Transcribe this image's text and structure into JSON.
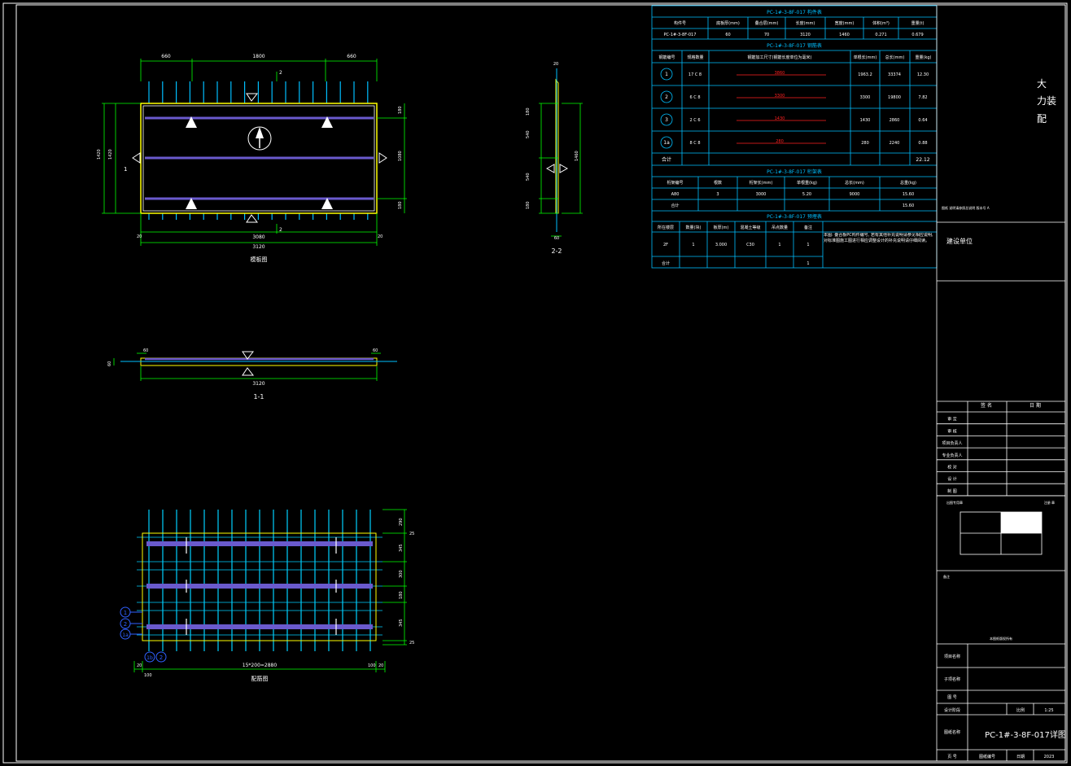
{
  "main_views": {
    "plan_label": "模板图",
    "reinforcement_label": "配筋图",
    "section_1_label": "1-1",
    "section_2_label": "2-2",
    "section_marker": "1",
    "section_marker_2": "2",
    "dims": {
      "left_end": "660",
      "middle": "1800",
      "right_end": "660",
      "total_width": "3120",
      "inner_width": "3080",
      "edge": "20",
      "height_total": "1420",
      "height_sub": "1420",
      "sub_top": "180",
      "sub_mid": "1080",
      "sub_bot": "180",
      "sec_thk": "60",
      "sec_2_top": "20",
      "sec_2_a": "540",
      "sec_2_b": "540",
      "sec_2_c": "180",
      "sec_2_total": "1460",
      "sec_2_bot": "60",
      "rebar_span": "15*200=2880",
      "rebar_end": "100",
      "rebar_side": "20",
      "r_dim1": "290",
      "r_dim2": "345",
      "r_dim3": "300",
      "r_dim4": "180",
      "r_dim5": "345",
      "r_dim6": "25",
      "r_dim7": "25",
      "r_dim8": "100",
      "r_dim9": "20"
    },
    "rebar_callouts": [
      "1",
      "2",
      "1a",
      "1b",
      "2"
    ]
  },
  "tables": {
    "component": {
      "title": "PC-1#-3-8F-017 构件表",
      "headers": [
        "构件号",
        "底板厚(mm)",
        "叠合层(mm)",
        "长度(mm)",
        "宽度(mm)",
        "体积(m³)",
        "重量(t)"
      ],
      "row": [
        "PC-1#-3-8F-017",
        "60",
        "70",
        "3120",
        "1460",
        "0.271",
        "0.679"
      ]
    },
    "rebar": {
      "title": "PC-1#-3-8F-017 钢筋表",
      "headers": [
        "钢筋编号",
        "规格数量",
        "钢筋加工尺寸(钢筋长度单位为毫米)",
        "单根长(mm)",
        "总长(mm)",
        "重量(kg)"
      ],
      "rows": [
        {
          "id": "1",
          "spec": "17 C 8",
          "shape": "3860",
          "len": "1963.2",
          "total": "33374",
          "weight": "12.30"
        },
        {
          "id": "2",
          "spec": "6 C 8",
          "shape": "3300",
          "len": "3300",
          "total": "19800",
          "weight": "7.82"
        },
        {
          "id": "3",
          "spec": "2 C 6",
          "shape": "1430",
          "len": "1430",
          "total": "2860",
          "weight": "0.64"
        },
        {
          "id": "1a",
          "spec": "8 C 8",
          "shape": "280",
          "len": "280",
          "total": "2240",
          "weight": "0.88"
        }
      ],
      "total_label": "合计",
      "total_value": "22.12"
    },
    "truss": {
      "title": "PC-1#-3-8F-017 桁架表",
      "headers": [
        "桁架编号",
        "根数",
        "桁架长(mm)",
        "单根重(kg)",
        "总长(mm)",
        "总重(kg)"
      ],
      "rows": [
        [
          "A80",
          "3",
          "3000",
          "5.20",
          "9000",
          "15.60"
        ],
        [
          "合计",
          "",
          "",
          "",
          "",
          "15.60"
        ]
      ]
    },
    "embedded": {
      "title": "PC-1#-3-8F-017 预埋表",
      "headers": [
        "所在楼层",
        "数量(块)",
        "板厚(m)",
        "混凝土等级",
        "吊点数量",
        "备注"
      ],
      "rows": [
        [
          "2F",
          "1",
          "3.000",
          "C30",
          "1",
          "1"
        ],
        [
          "合计",
          "",
          "",
          "",
          "",
          "1"
        ]
      ],
      "note": "本图: 叠合板PC构件编号, 若有其他补充说明请参见相应说明, 对标准图施工图进行相应调整设计的补充说明请仔细阅读。"
    }
  },
  "title_block": {
    "company_lines": [
      "大",
      "力装",
      "配"
    ],
    "small_note": "图纸 说明请参照总说明 版本号 A",
    "build_unit_label": "建设单位",
    "sign_header": [
      "签 名",
      "日 期"
    ],
    "sign_rows": [
      "审 定",
      "审 核",
      "项目负责人",
      "专业负责人",
      "校 对",
      "设 计",
      "制 图"
    ],
    "stamp_label": "出图专用章",
    "stamp_right": "注册 章",
    "remarks_label": "备注",
    "remarks_note": "本图纸版权所有",
    "project_name_label": "项目名称",
    "sub_project_label": "子项名称",
    "drawing_no_label": "图 号",
    "drawing_no_value": "",
    "drawing_phase_label": "设计阶段",
    "scale_label": "比例",
    "scale_value": "1:25",
    "drawing_title_label": "图纸名称",
    "drawing_title": "PC-1#-3-8F-017详图",
    "page_label": "页 号",
    "design_no_label": "图纸编号",
    "date_label": "日期",
    "date_value": "2023"
  },
  "colors": {
    "background": "#000000",
    "line_white": "#ffffff",
    "dim_green": "#00ff00",
    "table_cyan": "#00bfff",
    "slab_yellow": "#ffff00",
    "rebar_purple": "#6a5acd",
    "rebar_cyan": "#00d0ff",
    "bubble_blue": "#3060ff",
    "red_text": "#ff2020"
  }
}
